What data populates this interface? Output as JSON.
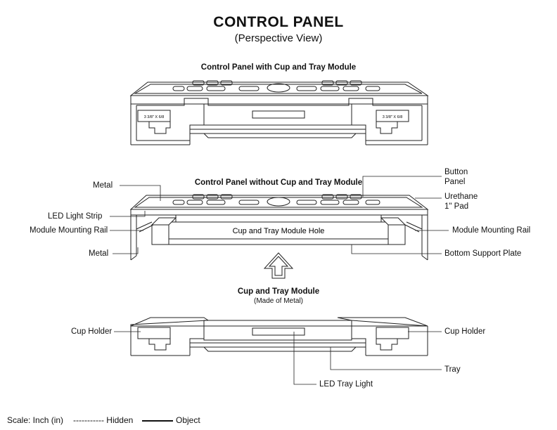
{
  "title": "CONTROL PANEL",
  "subtitle": "(Perspective View)",
  "view1": {
    "heading": "Control Panel with Cup and Tray Module",
    "cup_label": "3 3/8\" X 6/8"
  },
  "view2": {
    "heading": "Control Panel without Cup and Tray Module",
    "hole_label": "Cup and Tray Module Hole",
    "labels": {
      "metal_top": "Metal",
      "led_strip": "LED Light Strip",
      "rail_left": "Module Mounting Rail",
      "metal_bottom": "Metal",
      "button_panel_1": "Button",
      "button_panel_2": "Panel",
      "urethane_1": "Urethane",
      "urethane_2": "1\" Pad",
      "rail_right": "Module Mounting Rail",
      "bottom_plate": "Bottom Support Plate"
    }
  },
  "view3": {
    "heading": "Cup and Tray Module",
    "subheading": "(Made of Metal)",
    "labels": {
      "cup_left": "Cup Holder",
      "cup_right": "Cup Holder",
      "tray": "Tray",
      "led_tray": "LED Tray Light"
    }
  },
  "legend": {
    "scale": "Scale: Inch (in)",
    "hidden": "----------- Hidden",
    "object": "Object"
  }
}
